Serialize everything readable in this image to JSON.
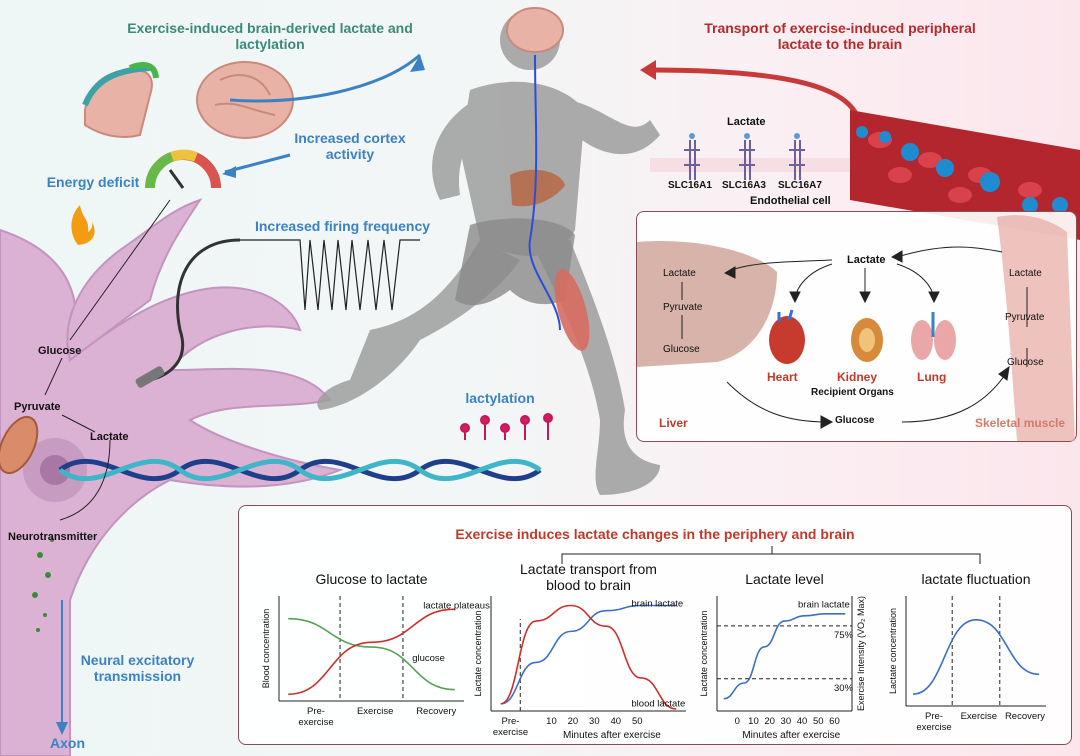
{
  "titles": {
    "brain_lactate": "Exercise-induced brain-derived lactate and lactylation",
    "transport": "Transport of exercise-induced peripheral lactate to the brain",
    "increased_cortex": "Increased cortex activity",
    "energy_deficit": "Energy deficit",
    "firing": "Increased firing frequency",
    "lactylation": "lactylation",
    "neural": "Neural excitatory transmission",
    "axon": "Axon"
  },
  "neuron": {
    "glucose": "Glucose",
    "pyruvate": "Pyruvate",
    "lactate": "Lactate",
    "neurotransmitter": "Neurotransmitter"
  },
  "endothelial": {
    "lactate": "Lactate",
    "transporters": [
      "SLC16A1",
      "SLC16A3",
      "SLC16A7"
    ],
    "cell_label": "Endothelial cell"
  },
  "organs": {
    "lactate_top": "Lactate",
    "liver_chain": [
      "Lactate",
      "Pyruvate",
      "Glucose"
    ],
    "muscle_chain": [
      "Lactate",
      "Pyruvate",
      "Glucose"
    ],
    "heart": "Heart",
    "kidney": "Kidney",
    "lung": "Lung",
    "recipient": "Recipient Organs",
    "liver": "Liver",
    "glucose_bottom": "Glucose",
    "skeletal": "Skeletal muscle"
  },
  "bottom": {
    "title": "Exercise induces lactate changes in the periphery and brain"
  },
  "chart_data": [
    {
      "type": "line",
      "title": "Glucose to lactate",
      "ylabel": "Blood concentration",
      "categories": [
        "Pre-exercise",
        "Exercise",
        "Recovery"
      ],
      "series": [
        {
          "name": "glucose",
          "values": [
            0.85,
            0.55,
            0.1
          ]
        },
        {
          "name": "lactate plateaus",
          "values": [
            0.05,
            0.6,
            0.95
          ]
        }
      ]
    },
    {
      "type": "line",
      "title": "Lactate transport from blood to brain",
      "ylabel": "Lactate concentration",
      "xlabel": "Minutes after exercise",
      "x_ticks": [
        "Pre-exercise",
        "10",
        "20",
        "30",
        "40",
        "50"
      ],
      "series": [
        {
          "name": "brain lactate",
          "values": [
            0.05,
            0.45,
            0.75,
            0.95,
            1.0,
            1.0
          ]
        },
        {
          "name": "blood lactate",
          "values": [
            0.05,
            0.85,
            1.0,
            0.8,
            0.3,
            0.0
          ]
        }
      ]
    },
    {
      "type": "line",
      "title": "Lactate level",
      "ylabel": "Lactate concentration",
      "y2label": "Exercise Intensity (VO₂ Max)",
      "xlabel": "Minutes after exercise",
      "x_ticks": [
        "0",
        "10",
        "20",
        "30",
        "40",
        "50",
        "60"
      ],
      "annotations": [
        "brain lactate",
        "75%",
        "30%"
      ],
      "series": [
        {
          "name": "brain lactate",
          "values": [
            0.1,
            0.25,
            0.6,
            0.85,
            0.9,
            0.92,
            0.92
          ]
        }
      ]
    },
    {
      "type": "line",
      "title": "lactate fluctuation",
      "ylabel": "Lactate concentration",
      "categories": [
        "Pre-exercise",
        "Exercise",
        "Recovery"
      ],
      "series": [
        {
          "name": "lactate",
          "values": [
            0.1,
            0.85,
            0.3
          ]
        }
      ]
    }
  ]
}
